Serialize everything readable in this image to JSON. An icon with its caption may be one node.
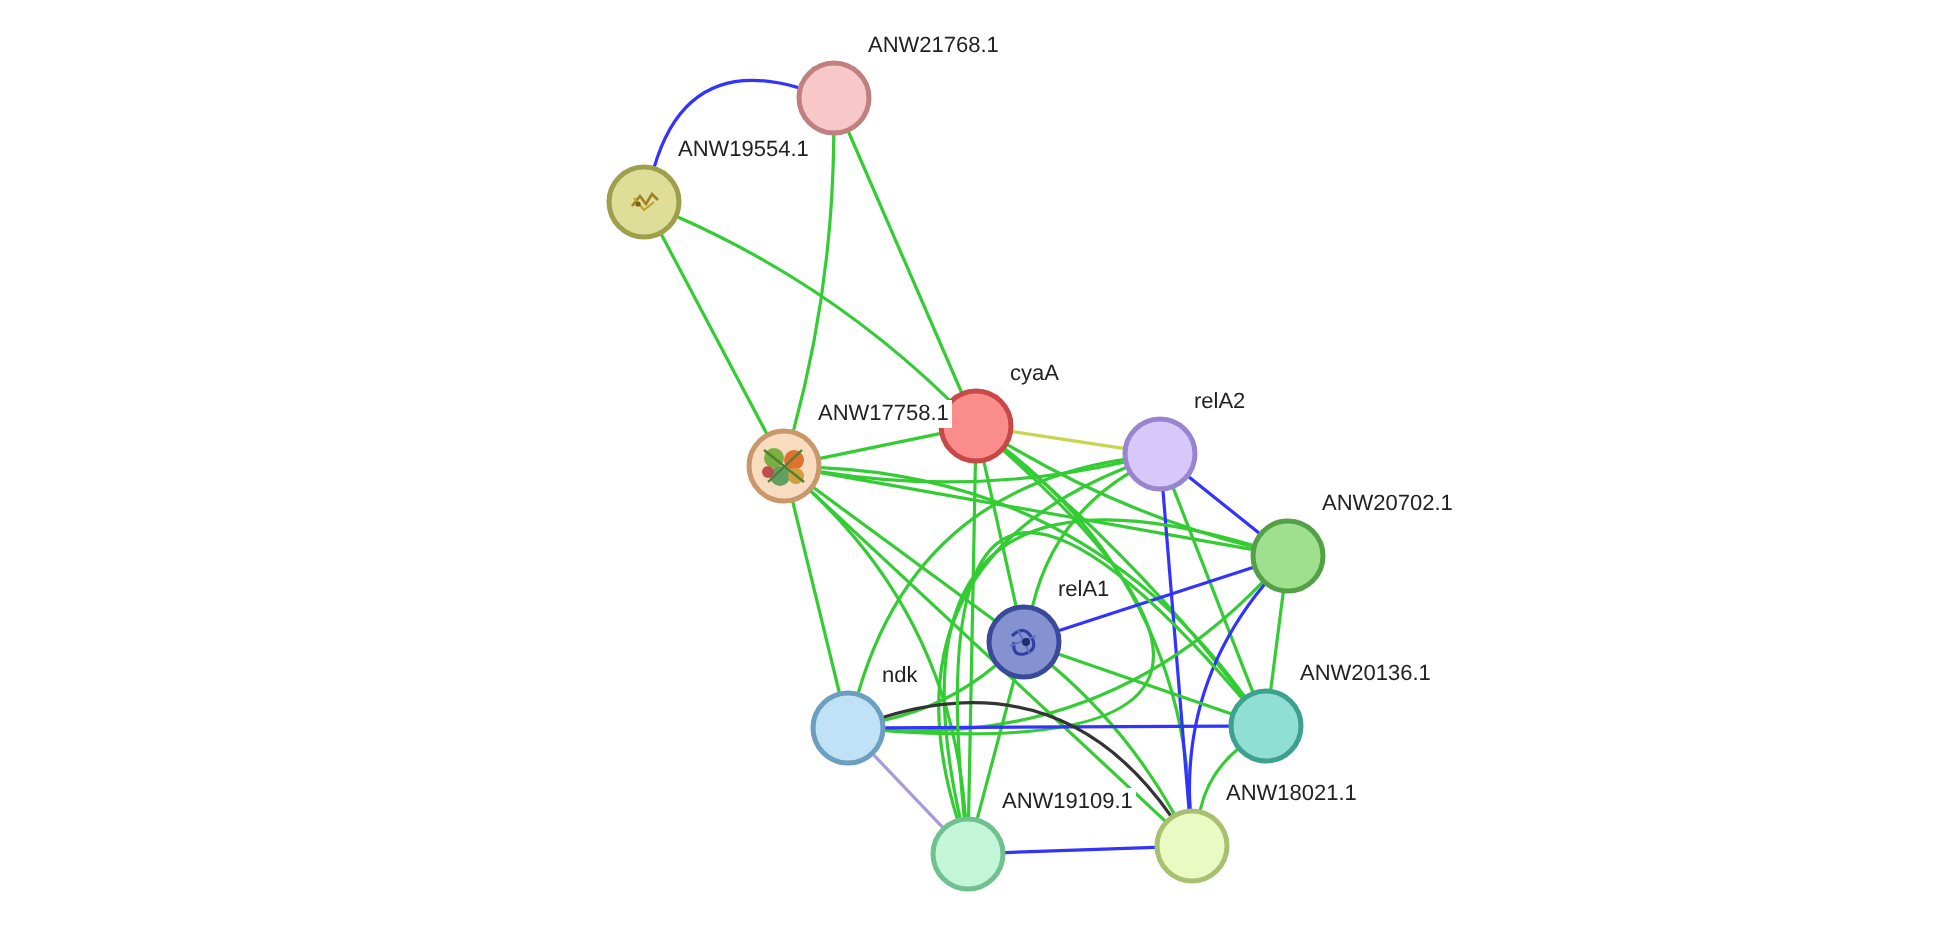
{
  "diagram": {
    "nodes": [
      {
        "text": [
          "ANW21768.1"
        ]
      },
      {
        "text": [
          "ANW19554.1"
        ]
      },
      {
        "text": [
          "cyaA"
        ]
      },
      {
        "text": [
          "relA2"
        ]
      },
      {
        "text": [
          "ANW17758.1"
        ]
      },
      {
        "text": [
          "ANW20702.1"
        ]
      },
      {
        "text": [
          "relA1"
        ]
      },
      {
        "text": [
          "ndk"
        ]
      },
      {
        "text": [
          "ANW20136.1"
        ]
      },
      {
        "text": [
          "ANW19109.1"
        ]
      },
      {
        "text": [
          "ANW18021.1"
        ]
      }
    ],
    "edges": [
      {
        "from": 0,
        "to": 1,
        "arrow": "none",
        "color": "#3333ff"
      },
      {
        "from": 0,
        "to": 2,
        "arrow": "none"
      },
      {
        "from": 0,
        "to": 4,
        "arrow": "none"
      },
      {
        "from": 1,
        "to": 2,
        "arrow": "none"
      },
      {
        "from": 1,
        "to": 4,
        "arrow": "none"
      },
      {
        "from": 2,
        "to": 4,
        "arrow": "none"
      },
      {
        "from": 2,
        "to": 3,
        "arrow": "none",
        "color": "#c7d64e"
      },
      {
        "from": 2,
        "to": 5,
        "arrow": "none"
      },
      {
        "from": 2,
        "to": 6,
        "arrow": "none"
      },
      {
        "from": 2,
        "to": 7,
        "arrow": "none"
      },
      {
        "from": 2,
        "to": 8,
        "arrow": "none"
      },
      {
        "from": 2,
        "to": 9,
        "arrow": "none"
      },
      {
        "from": 2,
        "to": 10,
        "arrow": "none"
      },
      {
        "from": 4,
        "to": 3,
        "arrow": "none"
      },
      {
        "from": 4,
        "to": 5,
        "arrow": "none"
      },
      {
        "from": 4,
        "to": 6,
        "arrow": "none"
      },
      {
        "from": 4,
        "to": 7,
        "arrow": "none"
      },
      {
        "from": 4,
        "to": 8,
        "arrow": "none"
      },
      {
        "from": 4,
        "to": 9,
        "arrow": "none"
      },
      {
        "from": 4,
        "to": 10,
        "arrow": "none"
      },
      {
        "from": 3,
        "to": 5,
        "arrow": "none",
        "color": "#3333ff"
      },
      {
        "from": 3,
        "to": 6,
        "arrow": "none"
      },
      {
        "from": 3,
        "to": 7,
        "arrow": "none"
      },
      {
        "from": 3,
        "to": 8,
        "arrow": "none"
      },
      {
        "from": 3,
        "to": 9,
        "arrow": "none"
      },
      {
        "from": 3,
        "to": 10,
        "arrow": "none",
        "color": "#3333ff"
      },
      {
        "from": 5,
        "to": 6,
        "arrow": "none",
        "color": "#3333ff"
      },
      {
        "from": 5,
        "to": 7,
        "arrow": "none"
      },
      {
        "from": 5,
        "to": 8,
        "arrow": "none"
      },
      {
        "from": 5,
        "to": 9,
        "arrow": "none"
      },
      {
        "from": 5,
        "to": 10,
        "arrow": "none",
        "color": "#3333ff"
      },
      {
        "from": 6,
        "to": 7,
        "arrow": "none"
      },
      {
        "from": 6,
        "to": 8,
        "arrow": "none"
      },
      {
        "from": 6,
        "to": 9,
        "arrow": "none"
      },
      {
        "from": 6,
        "to": 10,
        "arrow": "none"
      },
      {
        "from": 7,
        "to": 8,
        "arrow": "none",
        "color": "#3333ff"
      },
      {
        "from": 7,
        "to": 9,
        "arrow": "none",
        "color": "#a899d8"
      },
      {
        "from": 7,
        "to": 10,
        "arrow": "none",
        "color": "#333333"
      },
      {
        "from": 8,
        "to": 9,
        "arrow": "none"
      },
      {
        "from": 8,
        "to": 10,
        "arrow": "none"
      },
      {
        "from": 9,
        "to": 10,
        "arrow": "none",
        "color": "#3333ff"
      }
    ]
  }
}
